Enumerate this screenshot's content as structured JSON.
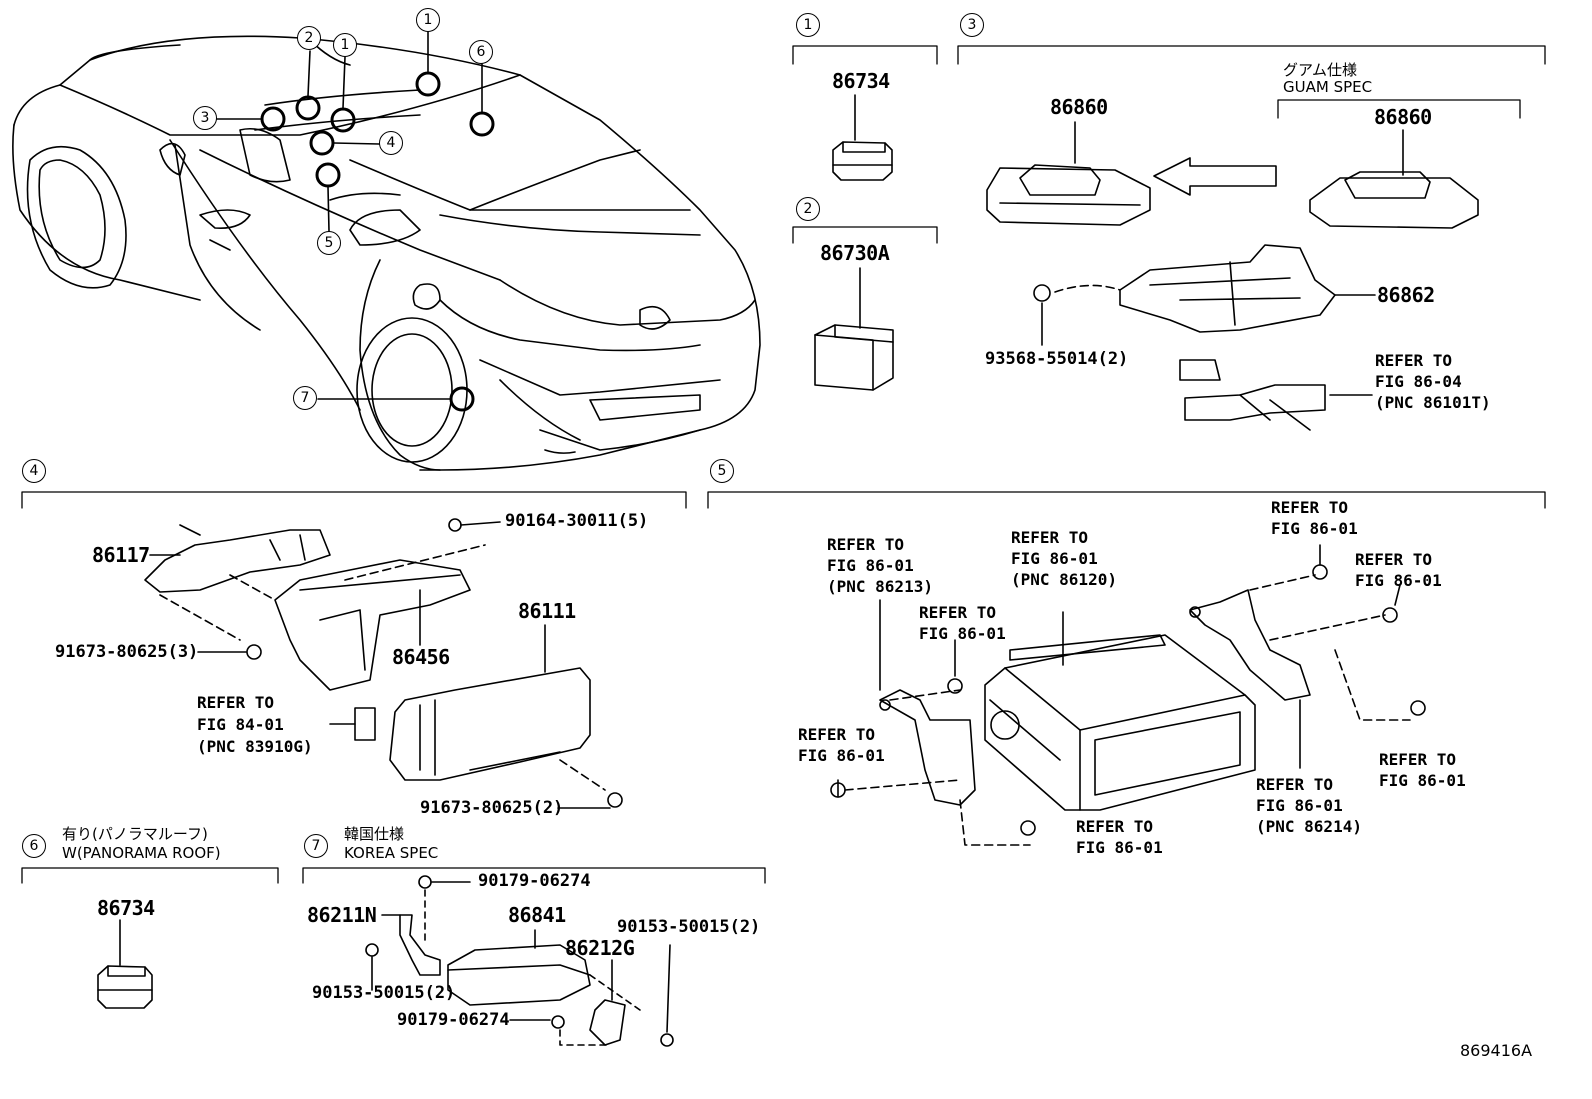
{
  "callouts": {
    "c1": "1",
    "c2": "2",
    "c3": "3",
    "c4": "4",
    "c5": "5",
    "c6": "6",
    "c7": "7"
  },
  "section1": {
    "num": "1",
    "part": "86734"
  },
  "section2": {
    "num": "2",
    "part": "86730A"
  },
  "section3": {
    "num": "3",
    "part_main": "86860",
    "guam_jp": "グアム仕様",
    "guam_en": "GUAM SPEC",
    "part_guam": "86860",
    "part_bracket": "86862",
    "bolt": "93568-55014(2)",
    "refer_line1": "REFER TO",
    "refer_line2": "FIG 86-04",
    "refer_line3": "(PNC 86101T)"
  },
  "section4": {
    "num": "4",
    "p86117": "86117",
    "bolt_top": "90164-30011(5)",
    "p86456": "86456",
    "bolt_left": "91673-80625(3)",
    "p86111": "86111",
    "refer1": "REFER TO",
    "refer2": "FIG 84-01",
    "refer3": "(PNC 83910G)",
    "bolt_bottom": "91673-80625(2)"
  },
  "section5": {
    "num": "5",
    "refA1": "REFER TO",
    "refA2": "FIG 86-01",
    "refA3": "(PNC 86213)",
    "refB1": "REFER TO",
    "refB2": "FIG 86-01",
    "refB3": "(PNC 86120)",
    "refC1": "REFER TO",
    "refC2": "FIG 86-01",
    "refD1": "REFER TO",
    "refD2": "FIG 86-01",
    "refE1": "REFER TO",
    "refE2": "FIG 86-01",
    "refF1": "REFER TO",
    "refF2": "FIG 86-01",
    "refG1": "REFER TO",
    "refG2": "FIG 86-01",
    "refH1": "REFER TO",
    "refH2": "FIG 86-01",
    "refH3": "(PNC 86214)",
    "refI1": "REFER TO",
    "refI2": "FIG 86-01"
  },
  "section6": {
    "num": "6",
    "jp": "有り(パノラマルーフ)",
    "en": "W(PANORAMA ROOF)",
    "part": "86734"
  },
  "section7": {
    "num": "7",
    "jp": "韓国仕様",
    "en": "KOREA SPEC",
    "nut_top": "90179-06274",
    "p86211N": "86211N",
    "p86841": "86841",
    "p86212G": "86212G",
    "bolt_right": "90153-50015(2)",
    "bolt_left": "90153-50015(2)",
    "nut_bottom": "90179-06274"
  },
  "figure_id": "869416A"
}
